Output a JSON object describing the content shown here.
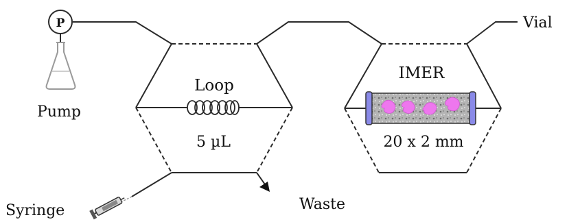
{
  "labels": {
    "pump": "Pump",
    "pump_symbol": "P",
    "vial": "Vial",
    "loop": "Loop",
    "loop_volume": "5 µL",
    "imer": "IMER",
    "imer_size": "20 x 2 mm",
    "syringe": "Syringe",
    "waste": "Waste"
  },
  "colors": {
    "line": "#2a2a2a",
    "column_body": "#9e9e9e",
    "column_caps": "#8a8ae8",
    "enzyme": "#ee77ee",
    "flask": "#9a9a9a"
  }
}
